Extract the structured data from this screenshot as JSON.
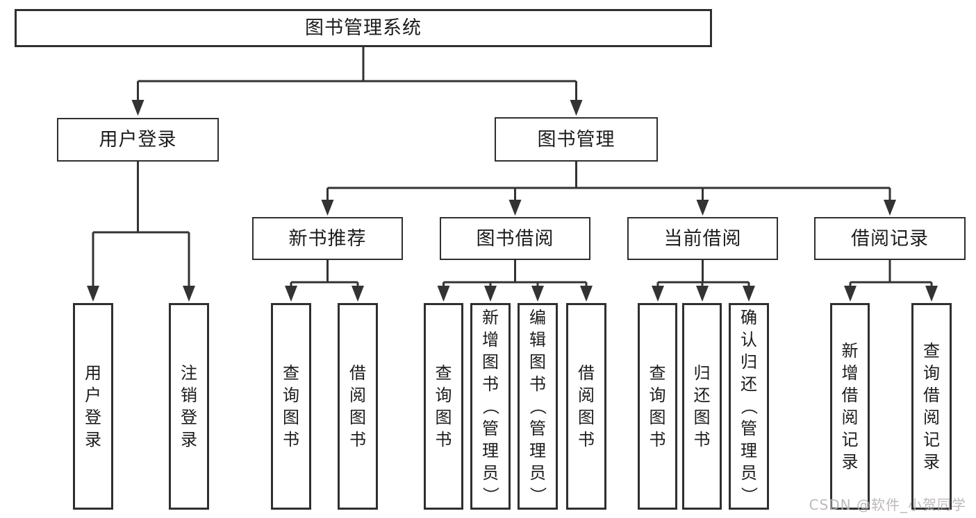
{
  "diagram": {
    "title": "图书管理系统",
    "watermark": "CSDN @软件_小贺同学",
    "colors": {
      "line": "#333333",
      "box_border": "#2f2f2f",
      "text": "#1c1c1c",
      "watermark": "#b7b2b2",
      "background": "#ffffff"
    },
    "nodes": {
      "root": {
        "label": "图书管理系统"
      },
      "user_login": {
        "label": "用户登录"
      },
      "book_mgmt": {
        "label": "图书管理"
      },
      "new_book_rec": {
        "label": "新书推荐"
      },
      "book_borrow": {
        "label": "图书借阅"
      },
      "current_borrow": {
        "label": "当前借阅"
      },
      "borrow_records": {
        "label": "借阅记录"
      },
      "leaf_user_login": {
        "label": "用户登录"
      },
      "leaf_logout": {
        "label": "注销登录"
      },
      "leaf_query_book_1": {
        "label": "查询图书"
      },
      "leaf_borrow_book_1": {
        "label": "借阅图书"
      },
      "leaf_query_book_2": {
        "label": "查询图书"
      },
      "leaf_add_book": {
        "label": "新增图书（管理员）"
      },
      "leaf_edit_book": {
        "label": "编辑图书（管理员）"
      },
      "leaf_borrow_book_2": {
        "label": "借阅图书"
      },
      "leaf_query_book_3": {
        "label": "查询图书"
      },
      "leaf_return_book": {
        "label": "归还图书"
      },
      "leaf_confirm_return": {
        "label": "确认归还（管理员）"
      },
      "leaf_add_record": {
        "label": "新增借阅记录"
      },
      "leaf_query_record": {
        "label": "查询借阅记录"
      }
    },
    "edges": [
      [
        "root",
        "user_login"
      ],
      [
        "root",
        "book_mgmt"
      ],
      [
        "user_login",
        "leaf_user_login"
      ],
      [
        "user_login",
        "leaf_logout"
      ],
      [
        "book_mgmt",
        "new_book_rec"
      ],
      [
        "book_mgmt",
        "book_borrow"
      ],
      [
        "book_mgmt",
        "current_borrow"
      ],
      [
        "book_mgmt",
        "borrow_records"
      ],
      [
        "new_book_rec",
        "leaf_query_book_1"
      ],
      [
        "new_book_rec",
        "leaf_borrow_book_1"
      ],
      [
        "book_borrow",
        "leaf_query_book_2"
      ],
      [
        "book_borrow",
        "leaf_add_book"
      ],
      [
        "book_borrow",
        "leaf_edit_book"
      ],
      [
        "book_borrow",
        "leaf_borrow_book_2"
      ],
      [
        "current_borrow",
        "leaf_query_book_3"
      ],
      [
        "current_borrow",
        "leaf_return_book"
      ],
      [
        "current_borrow",
        "leaf_confirm_return"
      ],
      [
        "borrow_records",
        "leaf_add_record"
      ],
      [
        "borrow_records",
        "leaf_query_record"
      ]
    ]
  }
}
